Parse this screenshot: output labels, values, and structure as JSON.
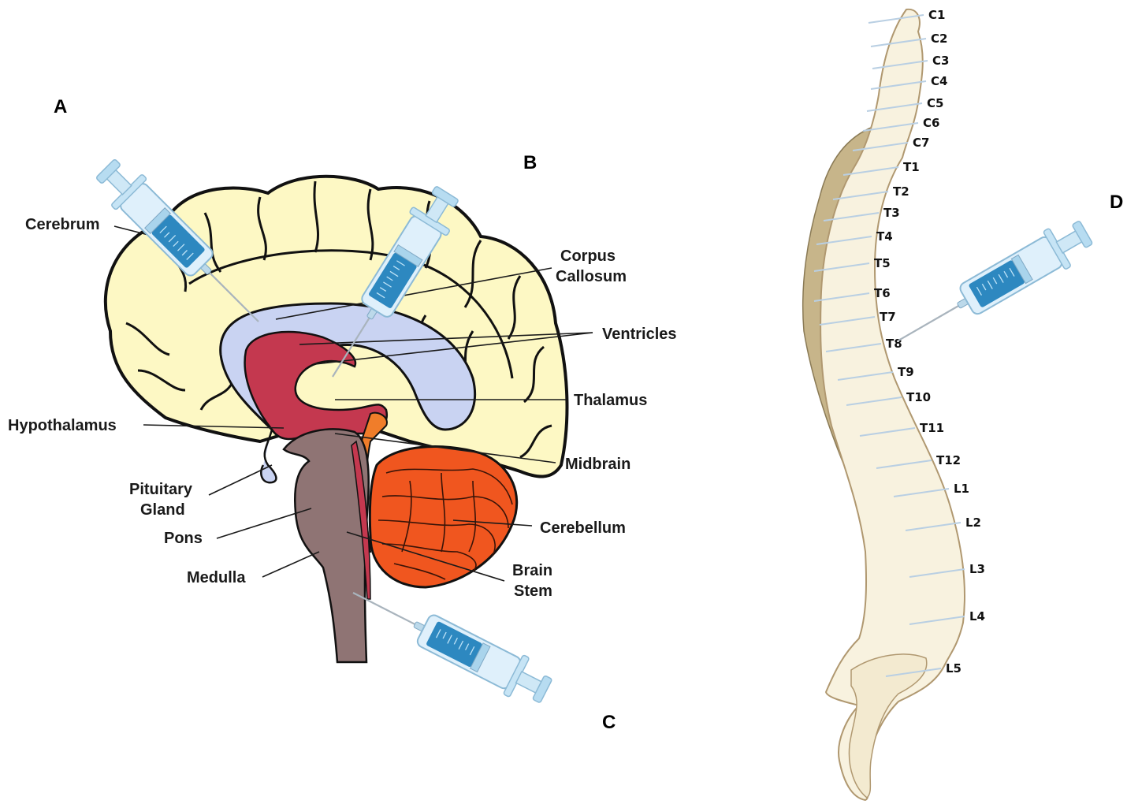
{
  "panels": {
    "A": "A",
    "B": "B",
    "C": "C",
    "D": "D"
  },
  "brain_labels": {
    "cerebrum": "Cerebrum",
    "corpus_callosum_line1": "Corpus",
    "corpus_callosum_line2": "Callosum",
    "ventricles": "Ventricles",
    "thalamus": "Thalamus",
    "hypothalamus": "Hypothalamus",
    "midbrain": "Midbrain",
    "pituitary_line1": "Pituitary",
    "pituitary_line2": "Gland",
    "pons": "Pons",
    "cerebellum": "Cerebellum",
    "medulla": "Medulla",
    "brain_stem_line1": "Brain",
    "brain_stem_line2": "Stem"
  },
  "vertebrae": [
    "C1",
    "C2",
    "C3",
    "C4",
    "C5",
    "C6",
    "C7",
    "T1",
    "T2",
    "T3",
    "T4",
    "T5",
    "T6",
    "T7",
    "T8",
    "T9",
    "T10",
    "T11",
    "T12",
    "L1",
    "L2",
    "L3",
    "L4",
    "L5"
  ],
  "colors": {
    "cerebrum": "#fdf8c4",
    "ventricles": "#c9d3f2",
    "thalamus": "#c4384f",
    "brain_stem": "#8f7474",
    "cerebellum": "#f0561f",
    "vertebra": "#f8f2df",
    "vertebra_shade": "#c7b58a",
    "syringe_fluid": "#2d88c0",
    "syringe_barrel": "#dff0fb"
  }
}
